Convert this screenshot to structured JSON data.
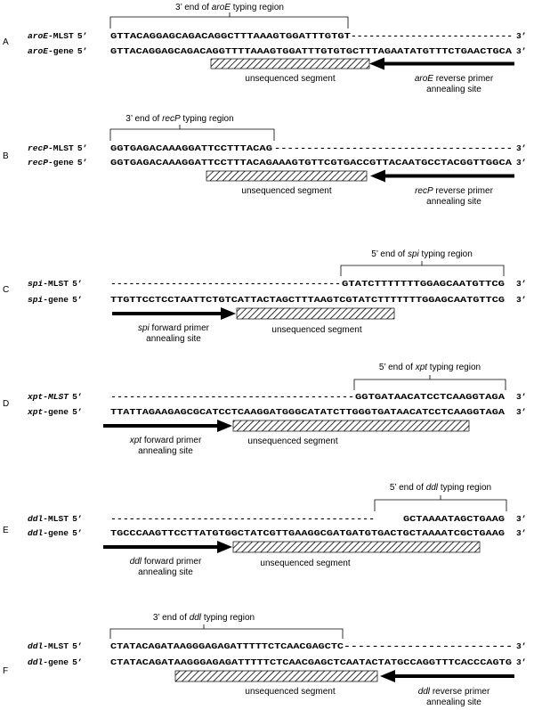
{
  "panels": [
    {
      "label": "A",
      "region": {
        "prefix": "3’ end of ",
        "gene": "aroE",
        "suffix": " typing region"
      },
      "mlst": {
        "name": "aroE",
        "suffix": "-MLST",
        "prime": "5’",
        "seq": "GTTACAGGAGCAGACAGGCTTTAAAGTGGATTTGTGT",
        "dashes": "---------------------------",
        "end": "3’"
      },
      "full": {
        "name": "aroE",
        "suffix": "-gene",
        "prime": "5’",
        "seq": "GTTACAGGAGCAGACAGGTTTTAAAGTGGATTTGTGTGCTTTAGAATATGTTTCTGAACTGCA",
        "end": "3’"
      },
      "unsequenced": "unsequenced segment",
      "primer": {
        "gene": "aroE",
        "line1": " reverse primer",
        "line2": "annealing site"
      }
    },
    {
      "label": "B",
      "region": {
        "prefix": "3’ end of ",
        "gene": "recP",
        "suffix": " typing region"
      },
      "mlst": {
        "name": "recP",
        "suffix": "-MLST",
        "prime": "5’",
        "seq": "GGTGAGACAAAGGATTCCTTTACAG",
        "dashes": "-------------------------------------",
        "end": "3’"
      },
      "full": {
        "name": "recP",
        "suffix": "-gene",
        "prime": "5’",
        "seq": "GGTGAGACAAAGGATTCCTTTACAGAAAGTGTTCGTGACCGTTACAATGCCTACGGTTGGCA",
        "end": "3’"
      },
      "unsequenced": "unsequenced segment",
      "primer": {
        "gene": "recP",
        "line1": " reverse primer",
        "line2": "annealing site"
      }
    },
    {
      "label": "C",
      "region": {
        "prefix": "5’ end of ",
        "gene": "spi",
        "suffix": " typing region"
      },
      "mlst": {
        "name": "spi",
        "suffix": "-MLST",
        "prime": "5’",
        "dashes": "--------------------------------------",
        "seq": "GTATCTTTTTTTGGAGCAATGTTCG",
        "end": "3’"
      },
      "full": {
        "name": "spi",
        "suffix": "-gene",
        "prime": "5’",
        "seq": "TTGTTCCTCCTAATTCTGTCATTACTAGCTTTAAGTCGTATCTTTTTTTGGAGCAATGTTCG",
        "end": "3’"
      },
      "unsequenced": "unsequenced segment",
      "primer": {
        "gene": "spi",
        "line1": " forward primer",
        "line2": "annealing site"
      }
    },
    {
      "label": "D",
      "region": {
        "prefix": "5’ end of ",
        "gene": "xpt",
        "suffix": " typing region"
      },
      "mlst": {
        "name": "xpt",
        "suffix": "-MLST",
        "prime": "5’",
        "dashes": "---------------------------------------",
        "seq": "GGTGATAACATCCTCAAGGTAGA",
        "end": "3’"
      },
      "full": {
        "name": "xpt",
        "suffix": "-gene",
        "prime": "5’",
        "seq": "TTATTAGAAGAGCGCATCCTCAAGGATGGGCATATCTTGGGTGATAACATCCTCAAGGTAGA",
        "end": "3’"
      },
      "unsequenced": "unsequenced segment",
      "primer": {
        "gene": "xpt",
        "line1": " forward primer",
        "line2": "annealing site"
      }
    },
    {
      "label": "E",
      "region": {
        "prefix": "5’ end of ",
        "gene": "ddl",
        "suffix": " typing region"
      },
      "mlst": {
        "name": "ddl",
        "suffix": "-MLST",
        "prime": "5’",
        "dashes": "-------------------------------------------",
        "seq": "GCTAAAATAGCTGAAG",
        "end": "3’"
      },
      "full": {
        "name": "ddl",
        "suffix": "-gene",
        "prime": "5’",
        "seq": "TGCCCAAGTTCCTTATGTGGCTATCGTTGAAGGCGATGATGTGACTGCTAAAATCGCTGAAG",
        "end": "3’"
      },
      "unsequenced": "unsequenced segment",
      "primer": {
        "gene": "ddl",
        "line1": " forward primer",
        "line2": "annealing site"
      }
    },
    {
      "label": "F",
      "region": {
        "prefix": "3’ end of ",
        "gene": "ddl",
        "suffix": " typing region"
      },
      "mlst": {
        "name": "ddl",
        "suffix": "-MLST",
        "prime": "5’",
        "seq": "CTATACAGATAAGGGAGAGATTTTTCTCAACGAGCTC",
        "dashes": "------------------------",
        "end": "3’"
      },
      "full": {
        "name": "ddl",
        "suffix": "-gene",
        "prime": "5’",
        "seq": "CTATACAGATAAGGGAGAGATTTTTCTCAACGAGCTCAATACTATGCCAGGTTTCACCCAGTG",
        "end": "3’"
      },
      "unsequenced": "unsequenced segment",
      "primer": {
        "gene": "ddl",
        "line1": " reverse primer",
        "line2": "annealing site"
      }
    }
  ]
}
